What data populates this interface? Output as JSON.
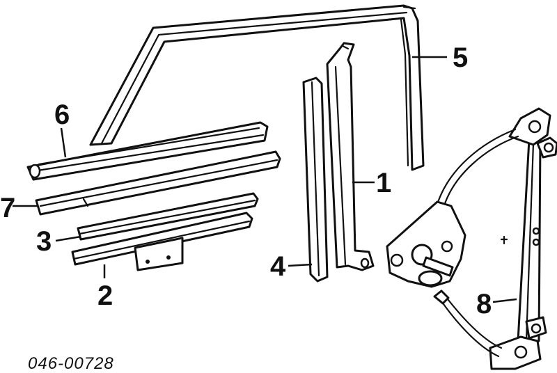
{
  "callouts": {
    "p1": "1",
    "p2": "2",
    "p3": "3",
    "p4": "4",
    "p5": "5",
    "p6": "6",
    "p7": "7",
    "p8": "8"
  },
  "catalog_number": "046-00728"
}
